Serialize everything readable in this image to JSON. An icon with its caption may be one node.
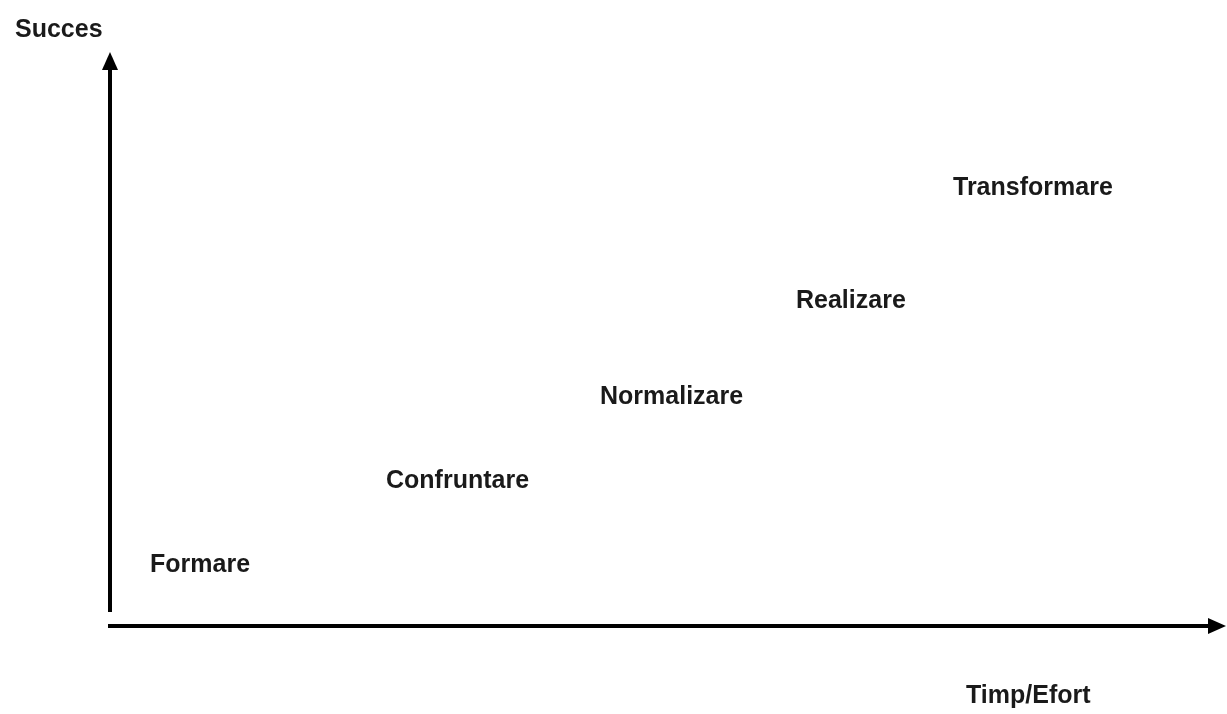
{
  "diagram": {
    "labels": [
      "Succes",
      "Transformare",
      "Realizare",
      "Normalizare",
      "Confruntare",
      "Formare",
      "Timp/Efort"
    ]
  }
}
